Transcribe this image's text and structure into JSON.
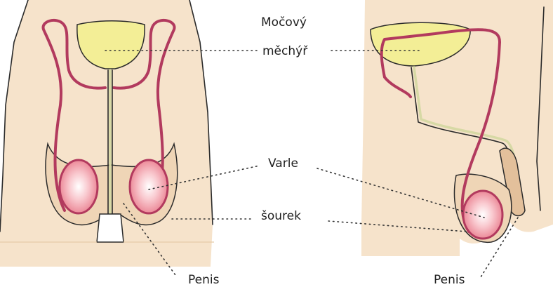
{
  "labels": {
    "bladder_line1": "Močový",
    "bladder_line2": "měchýř",
    "testes": "Varle",
    "scrotum": "šourek",
    "penis_front": "Penis",
    "penis_side": "Penis"
  },
  "colors": {
    "skin": "#f6e3cb",
    "skin_shadow": "#ead0b0",
    "bladder": "#f3ee96",
    "duct": "#b23a5e",
    "testis": "#f3a1ac",
    "background": "#ffffff"
  }
}
